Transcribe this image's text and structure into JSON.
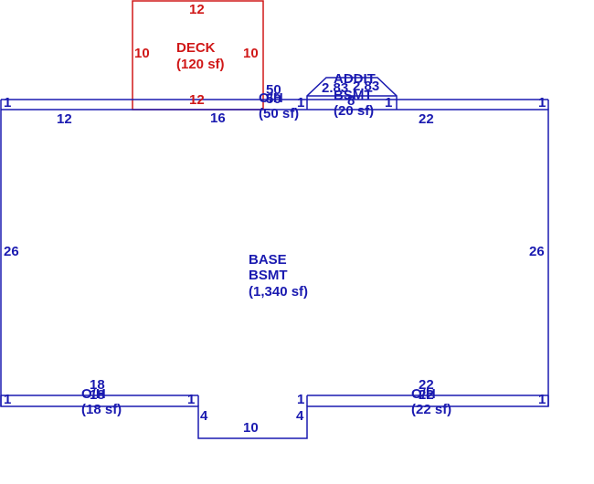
{
  "colors": {
    "base": "#1a1ab0",
    "deck": "#d01818"
  },
  "deck": {
    "name": "DECK",
    "area": "(120 sf)",
    "dim_top": "12",
    "dim_bottom": "12",
    "dim_left": "10",
    "dim_right": "10"
  },
  "base": {
    "name_line1": "BASE",
    "name_line2": "BSMT",
    "area": "(1,340 sf)",
    "dim_left": "26",
    "dim_right": "26",
    "dim_top_a": "12",
    "dim_top_b": "16",
    "dim_top_c": "22",
    "dim_bump_bottom": "10",
    "dim_bump_left": "4",
    "dim_bump_right": "4"
  },
  "addit": {
    "name_line1": "ADDIT",
    "name_line2": "BSMT",
    "area": "(20 sf)",
    "dim_a": "2.83",
    "dim_b": "2.83",
    "dim_c": "8",
    "dim_end_left": "1",
    "dim_end_right": "1"
  },
  "oh_top": {
    "name": "O/H",
    "area": "(50 sf)",
    "dim_a": "50",
    "dim_b": "50"
  },
  "oh_left": {
    "name": "O/H",
    "area": "(18 sf)",
    "dim_a": "18",
    "dim_b": "18"
  },
  "oh_right": {
    "name": "O/H",
    "area": "(22 sf)",
    "dim_a": "22",
    "dim_b": "22"
  },
  "end_marks": {
    "top_left": "1",
    "top_mid": "1",
    "top_right": "1",
    "bottom_left": "1",
    "bottom_mid_left": "1",
    "bottom_mid_right": "1",
    "bottom_right": "1"
  }
}
